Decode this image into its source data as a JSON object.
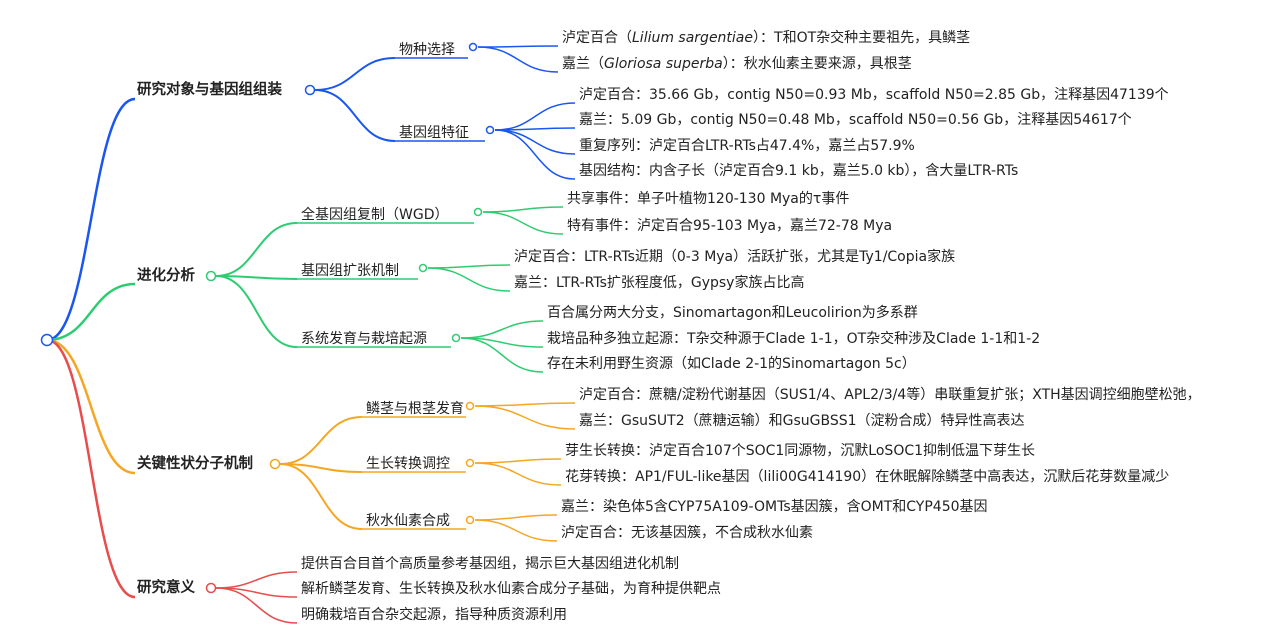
{
  "colors": {
    "blue": "#1a56f0",
    "green": "#2ecc71",
    "orange": "#f5a623",
    "red": "#e84c4c"
  },
  "root": {
    "label": ""
  },
  "branches": [
    {
      "label": "研究对象与基因组组装",
      "color": "#1a56f0",
      "children": [
        {
          "label": "物种选择",
          "leaves": [
            {
              "pre": "泸定百合（",
              "it": "Lilium sargentiae",
              "post": "）：T和OT杂交种主要祖先，具鳞茎"
            },
            {
              "pre": "嘉兰（",
              "it": "Gloriosa superba",
              "post": "）：秋水仙素主要来源，具根茎"
            }
          ]
        },
        {
          "label": "基因组特征",
          "leaves": [
            {
              "text": "泸定百合：35.66 Gb，contig N50=0.93 Mb，scaffold N50=2.85 Gb，注释基因47139个"
            },
            {
              "text": "嘉兰：5.09 Gb，contig N50=0.48 Mb，scaffold N50=0.56 Gb，注释基因54617个"
            },
            {
              "text": "重复序列：泸定百合LTR-RTs占47.4%，嘉兰占57.9%"
            },
            {
              "text": "基因结构：内含子长（泸定百合9.1 kb，嘉兰5.0 kb），含大量LTR-RTs"
            }
          ]
        }
      ]
    },
    {
      "label": "进化分析",
      "color": "#2ecc71",
      "children": [
        {
          "label": "全基因组复制（WGD）",
          "leaves": [
            {
              "text": "共享事件：单子叶植物120-130 Mya的τ事件"
            },
            {
              "text": "特有事件：泸定百合95-103 Mya，嘉兰72-78 Mya"
            }
          ]
        },
        {
          "label": "基因组扩张机制",
          "leaves": [
            {
              "text": "泸定百合：LTR-RTs近期（0-3 Mya）活跃扩张，尤其是Ty1/Copia家族"
            },
            {
              "text": "嘉兰：LTR-RTs扩张程度低，Gypsy家族占比高"
            }
          ]
        },
        {
          "label": "系统发育与栽培起源",
          "leaves": [
            {
              "text": "百合属分两大分支，Sinomartagon和Leucolirion为多系群"
            },
            {
              "text": "栽培品种多独立起源：T杂交种源于Clade 1-1，OT杂交种涉及Clade 1-1和1-2"
            },
            {
              "text": "存在未利用野生资源（如Clade 2-1的Sinomartagon 5c）"
            }
          ]
        }
      ]
    },
    {
      "label": "关键性状分子机制",
      "color": "#f5a623",
      "children": [
        {
          "label": "鳞茎与根茎发育",
          "leaves": [
            {
              "text": "泸定百合：蔗糖/淀粉代谢基因（SUS1/4、APL2/3/4等）串联重复扩张；XTH基因调控细胞壁松弛，"
            },
            {
              "text": "嘉兰：GsuSUT2（蔗糖运输）和GsuGBSS1（淀粉合成）特异性高表达"
            }
          ]
        },
        {
          "label": "生长转换调控",
          "leaves": [
            {
              "text": "芽生长转换：泸定百合107个SOC1同源物，沉默LoSOC1抑制低温下芽生长"
            },
            {
              "text": "花芽转换：AP1/FUL-like基因（lili00G414190）在休眠解除鳞茎中高表达，沉默后花芽数量减少"
            }
          ]
        },
        {
          "label": "秋水仙素合成",
          "leaves": [
            {
              "text": "嘉兰：染色体5含CYP75A109-OMTs基因簇，含OMT和CYP450基因"
            },
            {
              "text": "泸定百合：无该基因簇，不合成秋水仙素"
            }
          ]
        }
      ]
    },
    {
      "label": "研究意义",
      "color": "#e84c4c",
      "leaves": [
        {
          "text": "提供百合目首个高质量参考基因组，揭示巨大基因组进化机制"
        },
        {
          "text": "解析鳞茎发育、生长转换及秋水仙素合成分子基础，为育种提供靶点"
        },
        {
          "text": "明确栽培百合杂交起源，指导种质资源利用"
        }
      ]
    }
  ]
}
